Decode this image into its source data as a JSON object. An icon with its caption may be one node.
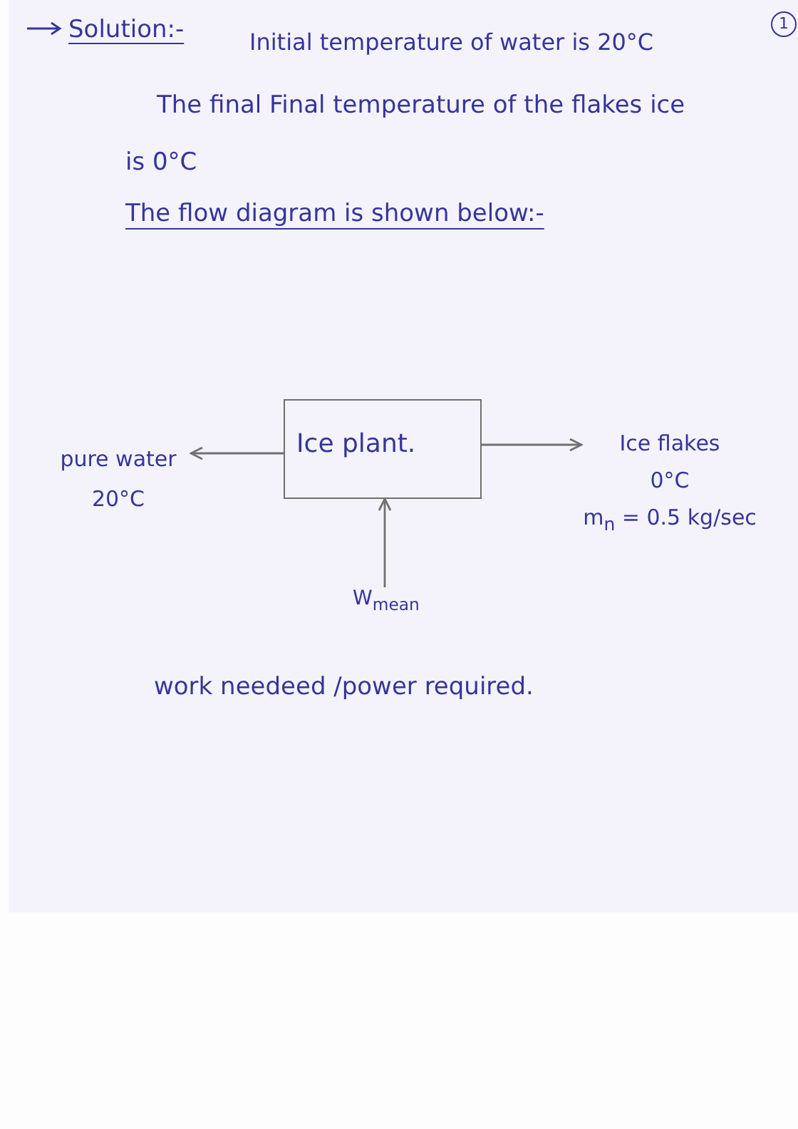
{
  "diagram": {
    "title": "Solution:-",
    "nodes": [
      {
        "text": [
          "Ice plant."
        ]
      },
      {
        "text": [
          "pure water",
          "20°C"
        ]
      },
      {
        "text": [
          "Ice flakes",
          "0°C",
          "m$_{n}$ = 0.5 kg/sec"
        ]
      },
      {
        "text": [
          "W$_{mean}$"
        ]
      }
    ],
    "edges": [
      {
        "from": 0,
        "to": 1,
        "arrow": "to"
      },
      {
        "from": 0,
        "to": 2,
        "arrow": "to"
      },
      {
        "from": 3,
        "to": 0,
        "arrow": "to"
      }
    ],
    "labels": [
      "1",
      "Initial temperature of water is 20°C",
      "The final Final temperature of the flakes ice is 0°C",
      "The flow diagram is shown below:-",
      "work needeed /power required."
    ]
  }
}
